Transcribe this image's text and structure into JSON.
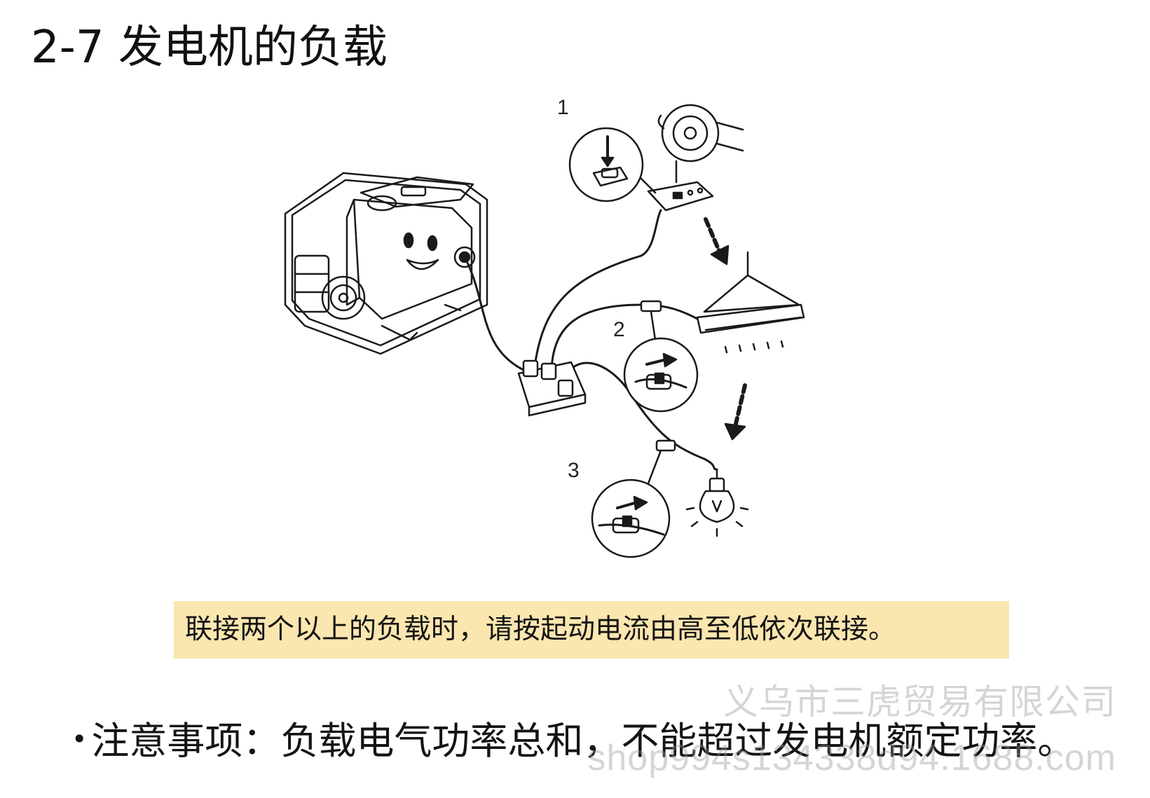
{
  "title": "2-7 发电机的负载",
  "diagram": {
    "callouts": [
      "1",
      "2",
      "3"
    ]
  },
  "caption": "联接两个以上的负载时，请按起动电流由高至低依次联接。",
  "note": {
    "bullet": "•",
    "text": "注意事项：负载电气功率总和，不能超过发电机额定功率。"
  },
  "watermark": {
    "company": "义乌市三虎贸易有限公司",
    "shop": "shop994s134338d94.1688.com"
  },
  "colors": {
    "caption_background": "#fbe6b0",
    "text": "#111111"
  }
}
